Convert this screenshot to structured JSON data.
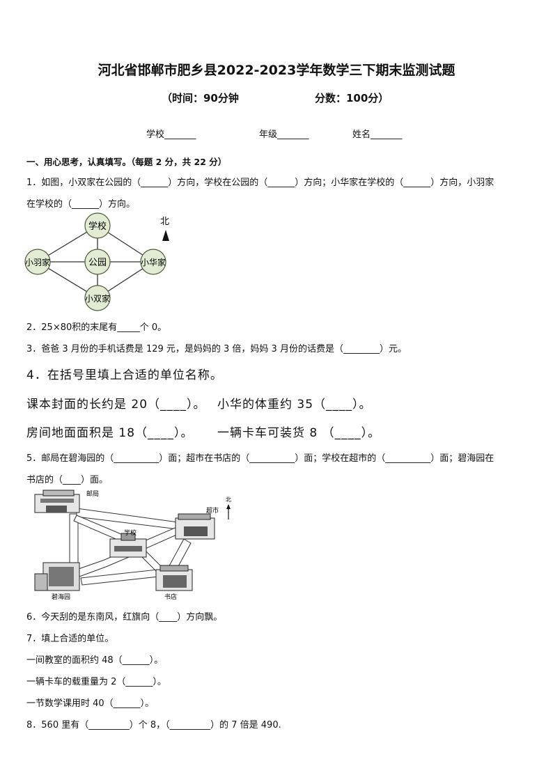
{
  "header": {
    "title": "河北省邯郸市肥乡县2022-2023学年数学三下期末监测试题",
    "time": "（时间：90分钟",
    "score": "分数：100分）",
    "school": "学校_______",
    "grade": "年级_______",
    "name": "姓名_______"
  },
  "section1": {
    "title": "一、用心思考，认真填写。（每题 2 分，共 22 分）"
  },
  "q1": {
    "line1": "1．如图，小双家在公园的（______）方向，学校在公园的（______）方向；小华家在学校的（______）方向，小羽家",
    "line2": "在学校的（______）方向。"
  },
  "map1": {
    "north": "北",
    "school": "学校",
    "park": "公园",
    "xiaoyu": "小羽家",
    "xiaohua": "小华家",
    "xiaoshuang": "小双家",
    "node_fill": "#e2ecd4",
    "node_stroke": "#4a5a3a"
  },
  "q2": {
    "text": "2．25×80积的末尾有_____个 0。"
  },
  "q3": {
    "text": "3．爸爸 3 月份的手机话费是 129 元，是妈妈的 3 倍，妈妈 3 月份的话费是（________）元。"
  },
  "q4": {
    "title": "4．在括号里填上合适的单位名称。",
    "row1a": "课本封面的长约是 20（____）。",
    "row1b": "小华的体重约 35（____）。",
    "row2a": "房间地面面积是 18（____）。",
    "row2b": "一辆卡车可装货 8 （____）。"
  },
  "q5": {
    "line1": "5．邮局在碧海园的（__________）面；超市在书店的（__________）面；学校在超市的（__________）面；碧海园在",
    "line2": "书店的（____）面。"
  },
  "map2": {
    "post": "邮局",
    "market": "超市",
    "school": "学校",
    "bihai": "碧海园",
    "bookstore": "书店",
    "north": "北"
  },
  "q6": {
    "text": "6．今天刮的是东南风，红旗向（____）方向飘。"
  },
  "q7": {
    "title": "7．填上合适的单位。",
    "a": "一间教室的面积约 48（______）。",
    "b": "一辆卡车的载重量为 2（______）。",
    "c": "一节数学课用时 40（______）。"
  },
  "q8": {
    "text": "8．560 里有（_________）个 8，（_________）的 7 倍是 490."
  }
}
